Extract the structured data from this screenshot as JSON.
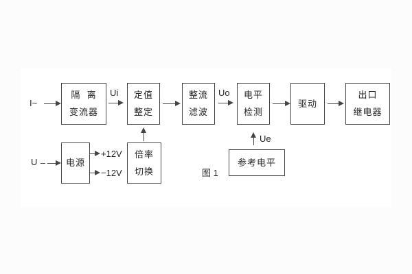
{
  "figure": {
    "caption": "图 1",
    "colors": {
      "line": "#454545",
      "text": "#262626",
      "background": "#fcfcfc",
      "panel": "#ffffff"
    }
  },
  "blocks": {
    "isolation_converter": {
      "line1": "隔  离",
      "line2": "变流器"
    },
    "setpoint_setting": {
      "line1": "定值",
      "line2": "整定"
    },
    "rectifier_filter": {
      "line1": "整流",
      "line2": "滤波"
    },
    "level_detection": {
      "line1": "电平",
      "line2": "检测"
    },
    "drive": {
      "line1": "驱动"
    },
    "output_relay": {
      "line1": "出口",
      "line2": "继电器"
    },
    "power_supply": {
      "line1": "电源"
    },
    "ratio_switch": {
      "line1": "倍率",
      "line2": "切换"
    },
    "reference_level": {
      "line1": "参考电平"
    }
  },
  "labels": {
    "input_current": "I~",
    "input_voltage": "U",
    "ui": "Ui",
    "uo": "Uo",
    "ue": "Ue",
    "plus_12v": "+12V",
    "minus_12v": "−12V"
  }
}
